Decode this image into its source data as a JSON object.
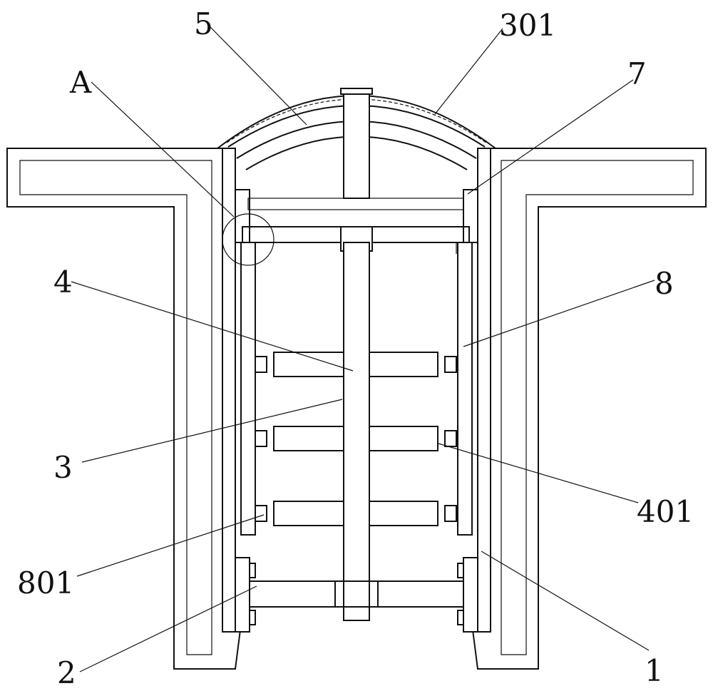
{
  "labels": {
    "part_1": "1",
    "part_2": "2",
    "part_3": "3",
    "part_4": "4",
    "part_401": "401",
    "part_5": "5",
    "part_301": "301",
    "part_7": "7",
    "part_8": "8",
    "part_801": "801",
    "detail_a": "A"
  },
  "colors": {
    "line": "#111111",
    "background": "#ffffff"
  }
}
